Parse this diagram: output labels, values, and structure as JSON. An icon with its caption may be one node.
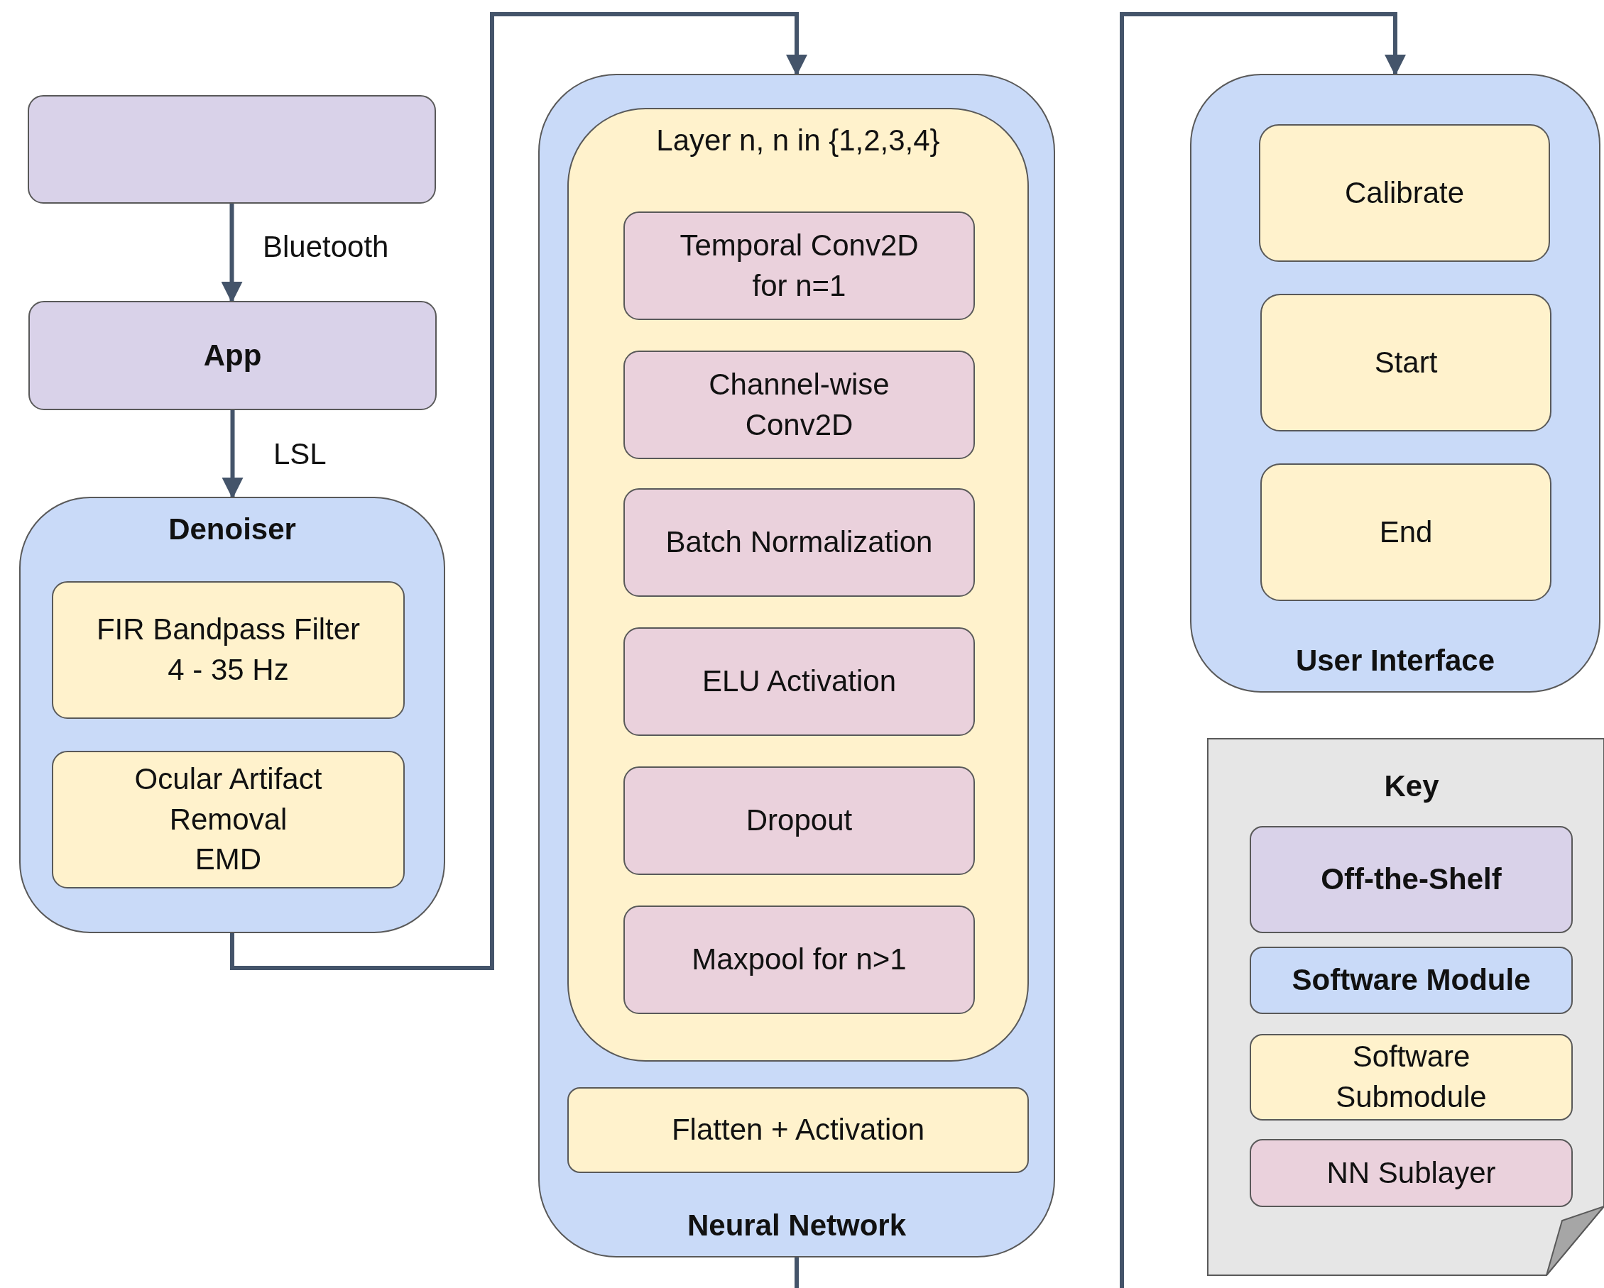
{
  "diagram": {
    "nodes": [
      {
        "text": [],
        "shape": "box"
      },
      {
        "text": [
          "App"
        ]
      },
      {
        "text": [
          "Denoiser"
        ]
      },
      {
        "text": [
          "FIR Bandpass Filter",
          "4 - 35 Hz"
        ],
        "in": 2
      },
      {
        "text": [
          "Ocular Artifact Removal",
          "EMD"
        ],
        "in": 2
      },
      {
        "text": [
          "Neural Network"
        ]
      },
      {
        "text": [
          "Layer n, n in {1,2,3,4}"
        ],
        "in": 5
      },
      {
        "text": [
          "Temporal Conv2D for n=1"
        ],
        "in": 6
      },
      {
        "text": [
          "Channel-wise Conv2D"
        ],
        "in": 6
      },
      {
        "text": [
          "Batch Normalization"
        ],
        "in": 6
      },
      {
        "text": [
          "ELU Activation"
        ],
        "in": 6
      },
      {
        "text": [
          "Dropout"
        ],
        "in": 6
      },
      {
        "text": [
          "Maxpool for n>1"
        ],
        "in": 6
      },
      {
        "text": [
          "Flatten + Activation"
        ],
        "in": 5
      },
      {
        "text": [
          "User Interface"
        ]
      },
      {
        "text": [
          "Calibrate"
        ],
        "in": 14
      },
      {
        "text": [
          "Start"
        ],
        "in": 14
      },
      {
        "text": [
          "End"
        ],
        "in": 14
      }
    ],
    "edges": [
      {
        "from": 0,
        "to": 1,
        "arrow": "to",
        "label": "Bluetooth"
      },
      {
        "from": 1,
        "to": 2,
        "arrow": "to",
        "label": "LSL"
      },
      {
        "from": 2,
        "to": 5,
        "arrow": "to"
      },
      {
        "from": 5,
        "to": 14,
        "arrow": "to"
      }
    ],
    "labels": [
      "Key"
    ],
    "legend": [
      {
        "text": "Off-the-Shelf",
        "color": "#d9d2e9"
      },
      {
        "text": "Software Module",
        "color": "#c9daf8"
      },
      {
        "text": "Software Submodule",
        "color": "#fff2cc"
      },
      {
        "text": "NN Sublayer",
        "color": "#ead1dc"
      }
    ]
  }
}
